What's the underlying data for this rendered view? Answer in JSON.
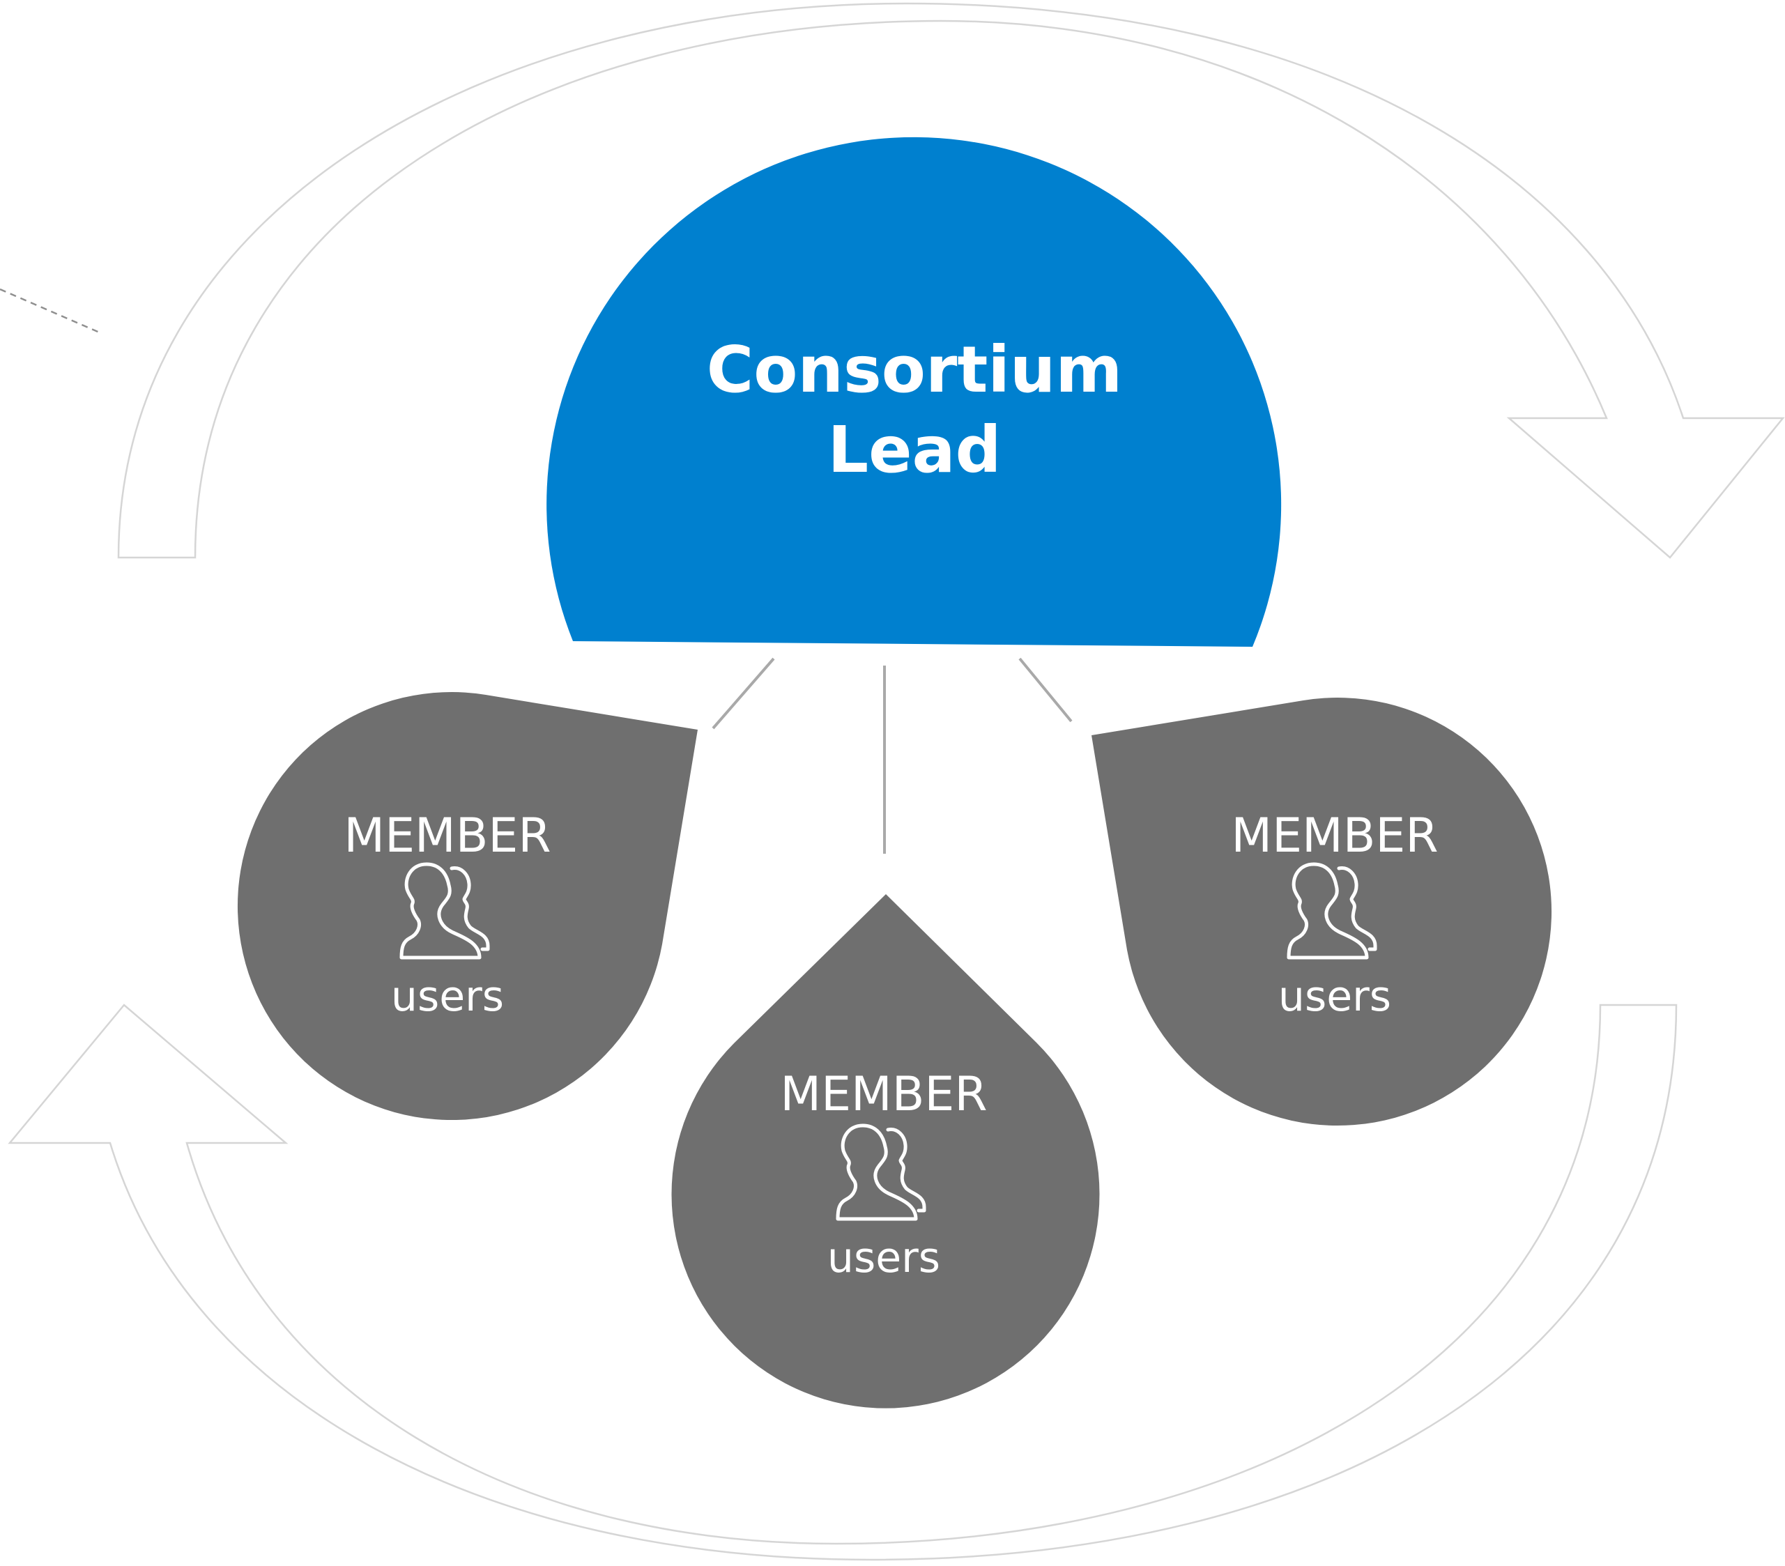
{
  "lead": {
    "line1": "Consortium",
    "line2": "Lead",
    "color": "#0080cf"
  },
  "members": [
    {
      "title": "MEMBER",
      "icon": "users-icon",
      "caption": "users"
    },
    {
      "title": "MEMBER",
      "icon": "users-icon",
      "caption": "users"
    },
    {
      "title": "MEMBER",
      "icon": "users-icon",
      "caption": "users"
    }
  ],
  "colors": {
    "member": "#6f6f6f",
    "arrow_outline": "#d5d5d5",
    "connector": "#a9a9a9"
  }
}
